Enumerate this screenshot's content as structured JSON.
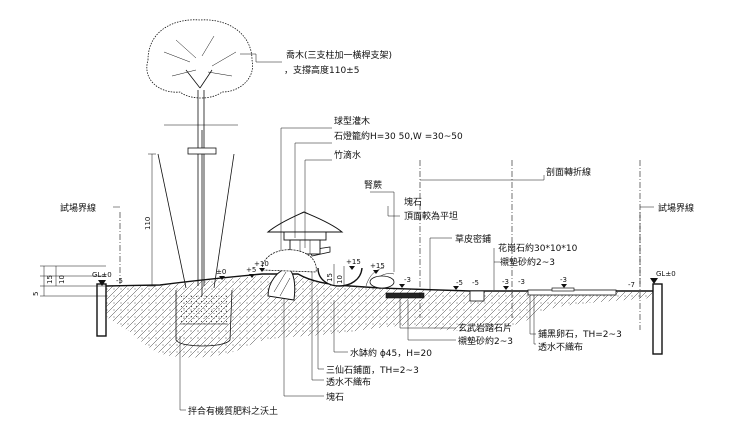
{
  "labels": {
    "tree": "喬木(三支柱加一橫桿支架)",
    "tree_height": "，支撐高度110±5",
    "ball_shrub": "球型灌木",
    "stone_lantern": "石燈籠約H=30 50,W =30~50",
    "bamboo_water": "竹滴水",
    "fern": "腎蕨",
    "rock_top": "塊石",
    "rock_top_note": "頂面較為平坦",
    "lawn": "草皮密鋪",
    "section_turn": "剖面轉折線",
    "test_boundary_left": "試場界線",
    "test_boundary_right": "試場界線",
    "granite": "花崗石約30*10*10",
    "granite_mortar": "襯墊砂約2~3",
    "basalt": "玄武岩踏石片",
    "basalt_mortar": "襯墊砂約2~3",
    "black_pebble": "鋪黑卵石，TH=2~3",
    "black_pebble_fabric": "透水不織布",
    "water_bowl": "水缽約 ϕ45，H=20",
    "sanxian_stone": "三仙石鋪面，TH=2~3",
    "sanxian_fabric": "透水不織布",
    "rock_bottom": "塊石",
    "soil": "拌合有機質肥料之沃土"
  },
  "dims": {
    "d110": "110",
    "d15": "15",
    "d10": "10",
    "d5": "5",
    "d15_2": "15",
    "d10_2": "10"
  },
  "levels": {
    "gl_left": "GL±0",
    "gl_right": "GL±0",
    "l1": "-5",
    "l2": "±0",
    "l3": "+5",
    "l4": "+10",
    "l5": "+15",
    "l6": "+15",
    "l7": "-3",
    "l8": "-3",
    "l9": "-5",
    "l10": "-5",
    "l11": "-3",
    "l12": "-3",
    "l13": "-7"
  }
}
